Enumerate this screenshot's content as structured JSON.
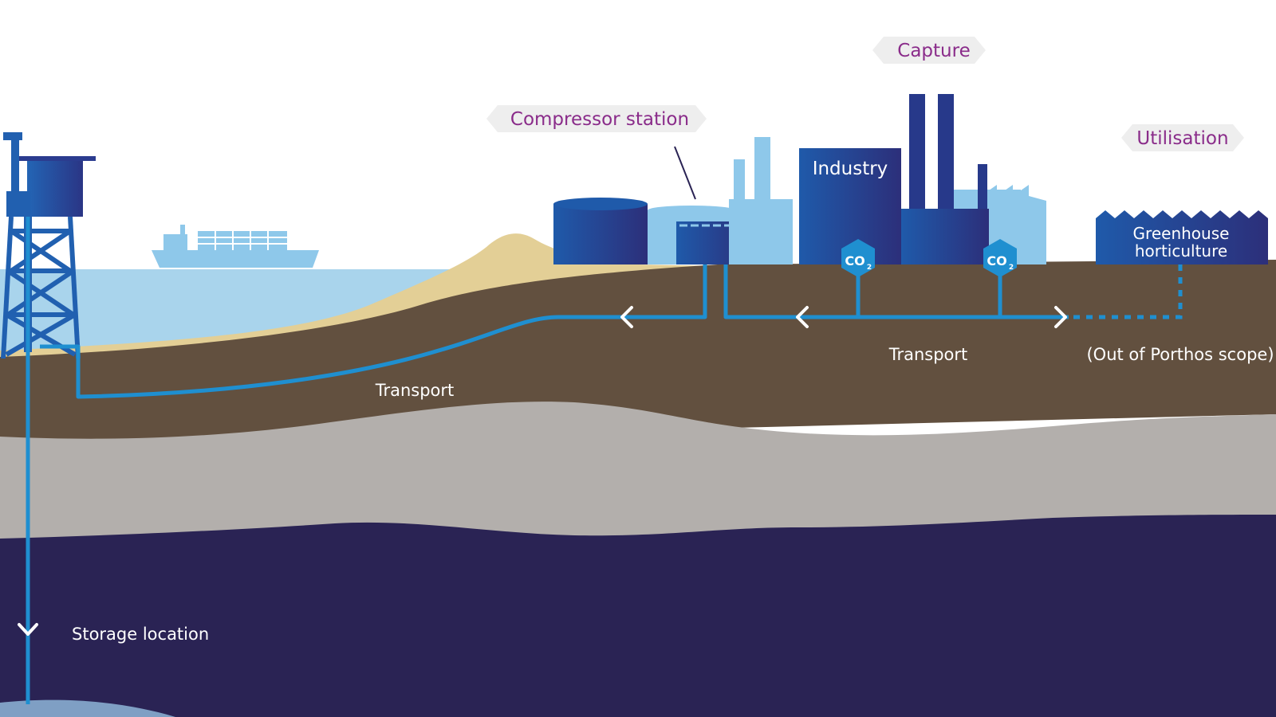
{
  "labels": {
    "capture": "Capture",
    "compressor_station": "Compressor station",
    "utilisation": "Utilisation",
    "industry": "Industry",
    "greenhouse_line1": "Greenhouse",
    "greenhouse_line2": "horticulture",
    "transport_onshore": "Transport",
    "transport_offshore": "Transport",
    "out_of_scope": "(Out of Porthos scope)",
    "storage_location": "Storage location",
    "co2_badge_1": "CO",
    "co2_badge_1_sub": "2",
    "co2_badge_2": "CO",
    "co2_badge_2_sub": "2"
  },
  "colors": {
    "sky": "#ffffff",
    "sea": "#a9d4ec",
    "sand": "#e3cf96",
    "soil_brown": "#62503f",
    "rock_grey": "#b3afac",
    "deep_navy": "#2a2354",
    "pipeline_blue": "#1f8fd0",
    "building_navy": "#2b3c8f",
    "building_light": "#8ec8ea",
    "label_purple": "#8a2c8a",
    "label_bg": "#eeeeee"
  }
}
